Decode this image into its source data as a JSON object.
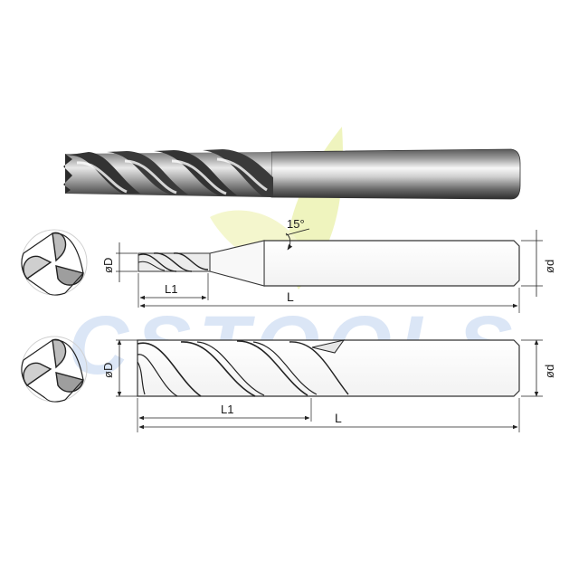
{
  "watermark": {
    "brand": "CSTOOLS"
  },
  "drawing_top": {
    "angle_label": "15°",
    "diameter_label": "øD",
    "shank_diameter_label": "ød",
    "flute_length_label": "L1",
    "overall_length_label": "L"
  },
  "drawing_bottom": {
    "diameter_label": "øD",
    "shank_diameter_label": "ød",
    "flute_length_label": "L1",
    "overall_length_label": "L"
  },
  "colors": {
    "steel_dark": "#3c3c3c",
    "steel_light": "#f4f4f4",
    "outline": "#2a2a2a",
    "watermark_blue": "#dbe6f6",
    "watermark_leaf": "#f3f6c8"
  }
}
